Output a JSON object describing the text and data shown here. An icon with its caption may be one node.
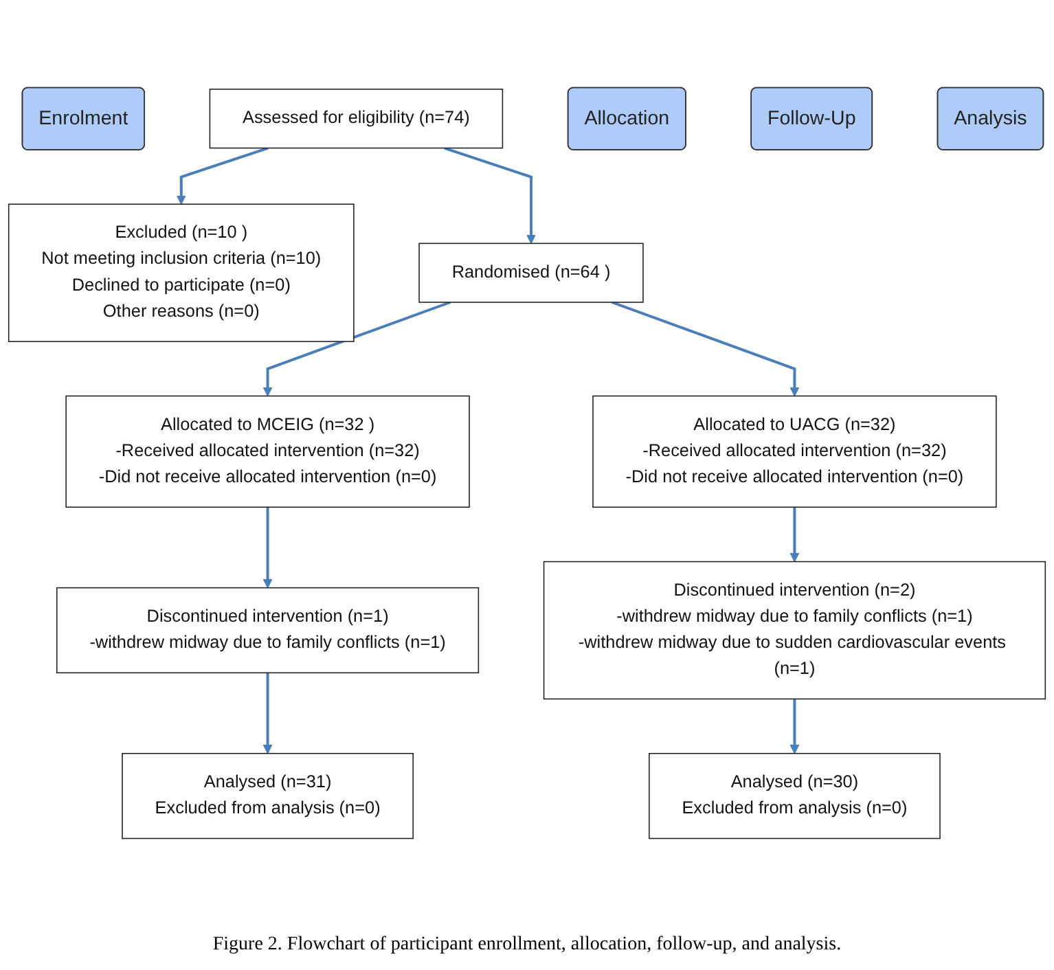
{
  "diagram": {
    "caption": "Figure 2. Flowchart of participant enrollment, allocation, follow-up, and analysis.",
    "nodes": [
      {
        "text": [
          "Enrolment"
        ]
      },
      {
        "text": [
          "Assessed for eligibility (n=74)"
        ]
      },
      {
        "text": [
          "Excluded (n=10 )",
          "Not meeting inclusion criteria (n=10)",
          "Declined to participate (n=0)",
          "Other reasons (n=0)"
        ]
      },
      {
        "text": [
          "Randomised (n=64 )"
        ]
      },
      {
        "text": [
          "Allocation"
        ]
      },
      {
        "text": [
          "Allocated to MCEIG (n=32 )",
          "-Received allocated intervention (n=32)",
          "-Did not receive allocated intervention (n=0)"
        ]
      },
      {
        "text": [
          "Allocated to UACG (n=32)",
          "-Received allocated intervention (n=32)",
          "-Did not receive allocated intervention (n=0)"
        ]
      },
      {
        "text": [
          "Follow-Up"
        ]
      },
      {
        "text": [
          "Discontinued intervention (n=1)",
          "-withdrew midway due to family conflicts (n=1)"
        ]
      },
      {
        "text": [
          "Discontinued intervention (n=2)",
          "-withdrew midway due to family conflicts (n=1)",
          "-withdrew midway due to sudden cardiovascular events (n=1)"
        ]
      },
      {
        "text": [
          "Analysis"
        ]
      },
      {
        "text": [
          "Analysed (n=31)",
          "Excluded from analysis (n=0)"
        ]
      },
      {
        "text": [
          "Analysed (n=30)",
          "Excluded from analysis (n=0)"
        ]
      }
    ],
    "edges": [
      {
        "from": 1,
        "to": 3,
        "arrow": "to"
      },
      {
        "from": 1,
        "to": 2,
        "arrow": "to"
      },
      {
        "from": 3,
        "to": 5,
        "arrow": "to"
      },
      {
        "from": 3,
        "to": 6,
        "arrow": "to"
      },
      {
        "from": 5,
        "to": 8,
        "arrow": "to"
      },
      {
        "from": 6,
        "to": 9,
        "arrow": "to"
      },
      {
        "from": 8,
        "to": 11,
        "arrow": "to"
      },
      {
        "from": 9,
        "to": 12,
        "arrow": "to"
      }
    ]
  }
}
